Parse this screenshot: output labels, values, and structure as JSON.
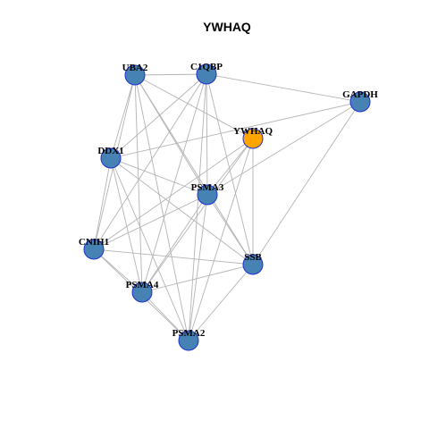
{
  "title": "YWHAQ",
  "colors": {
    "node_default": "#4682b4",
    "node_focus": "#ffa500",
    "node_border": "#1f2fd0",
    "edge": "#b3b3b3"
  },
  "nodes": [
    {
      "id": "UBA2",
      "label": "UBA2",
      "focus": false
    },
    {
      "id": "C1QBP",
      "label": "C1QBP",
      "focus": false
    },
    {
      "id": "GAPDH",
      "label": "GAPDH",
      "focus": false
    },
    {
      "id": "YWHAQ",
      "label": "YWHAQ",
      "focus": true
    },
    {
      "id": "DDX1",
      "label": "DDX1",
      "focus": false
    },
    {
      "id": "PSMA3",
      "label": "PSMA3",
      "focus": false
    },
    {
      "id": "CNIH1",
      "label": "CNIH1",
      "focus": false
    },
    {
      "id": "SSB",
      "label": "SSB",
      "focus": false
    },
    {
      "id": "PSMA4",
      "label": "PSMA4",
      "focus": false
    },
    {
      "id": "PSMA2",
      "label": "PSMA2",
      "focus": false
    }
  ],
  "edges": [
    [
      "UBA2",
      "C1QBP"
    ],
    [
      "UBA2",
      "YWHAQ"
    ],
    [
      "UBA2",
      "DDX1"
    ],
    [
      "UBA2",
      "PSMA3"
    ],
    [
      "UBA2",
      "CNIH1"
    ],
    [
      "UBA2",
      "SSB"
    ],
    [
      "UBA2",
      "PSMA4"
    ],
    [
      "UBA2",
      "PSMA2"
    ],
    [
      "C1QBP",
      "GAPDH"
    ],
    [
      "C1QBP",
      "DDX1"
    ],
    [
      "C1QBP",
      "PSMA3"
    ],
    [
      "C1QBP",
      "CNIH1"
    ],
    [
      "C1QBP",
      "SSB"
    ],
    [
      "C1QBP",
      "PSMA4"
    ],
    [
      "C1QBP",
      "PSMA2"
    ],
    [
      "GAPDH",
      "DDX1"
    ],
    [
      "GAPDH",
      "PSMA3"
    ],
    [
      "GAPDH",
      "SSB"
    ],
    [
      "YWHAQ",
      "PSMA3"
    ],
    [
      "YWHAQ",
      "SSB"
    ],
    [
      "YWHAQ",
      "PSMA4"
    ],
    [
      "YWHAQ",
      "PSMA2"
    ],
    [
      "YWHAQ",
      "CNIH1"
    ],
    [
      "DDX1",
      "PSMA3"
    ],
    [
      "DDX1",
      "CNIH1"
    ],
    [
      "DDX1",
      "SSB"
    ],
    [
      "DDX1",
      "PSMA4"
    ],
    [
      "DDX1",
      "PSMA2"
    ],
    [
      "PSMA3",
      "CNIH1"
    ],
    [
      "PSMA3",
      "SSB"
    ],
    [
      "PSMA3",
      "PSMA4"
    ],
    [
      "PSMA3",
      "PSMA2"
    ],
    [
      "CNIH1",
      "SSB"
    ],
    [
      "CNIH1",
      "PSMA4"
    ],
    [
      "CNIH1",
      "PSMA2"
    ],
    [
      "SSB",
      "PSMA4"
    ],
    [
      "SSB",
      "PSMA2"
    ],
    [
      "PSMA4",
      "PSMA2"
    ]
  ]
}
